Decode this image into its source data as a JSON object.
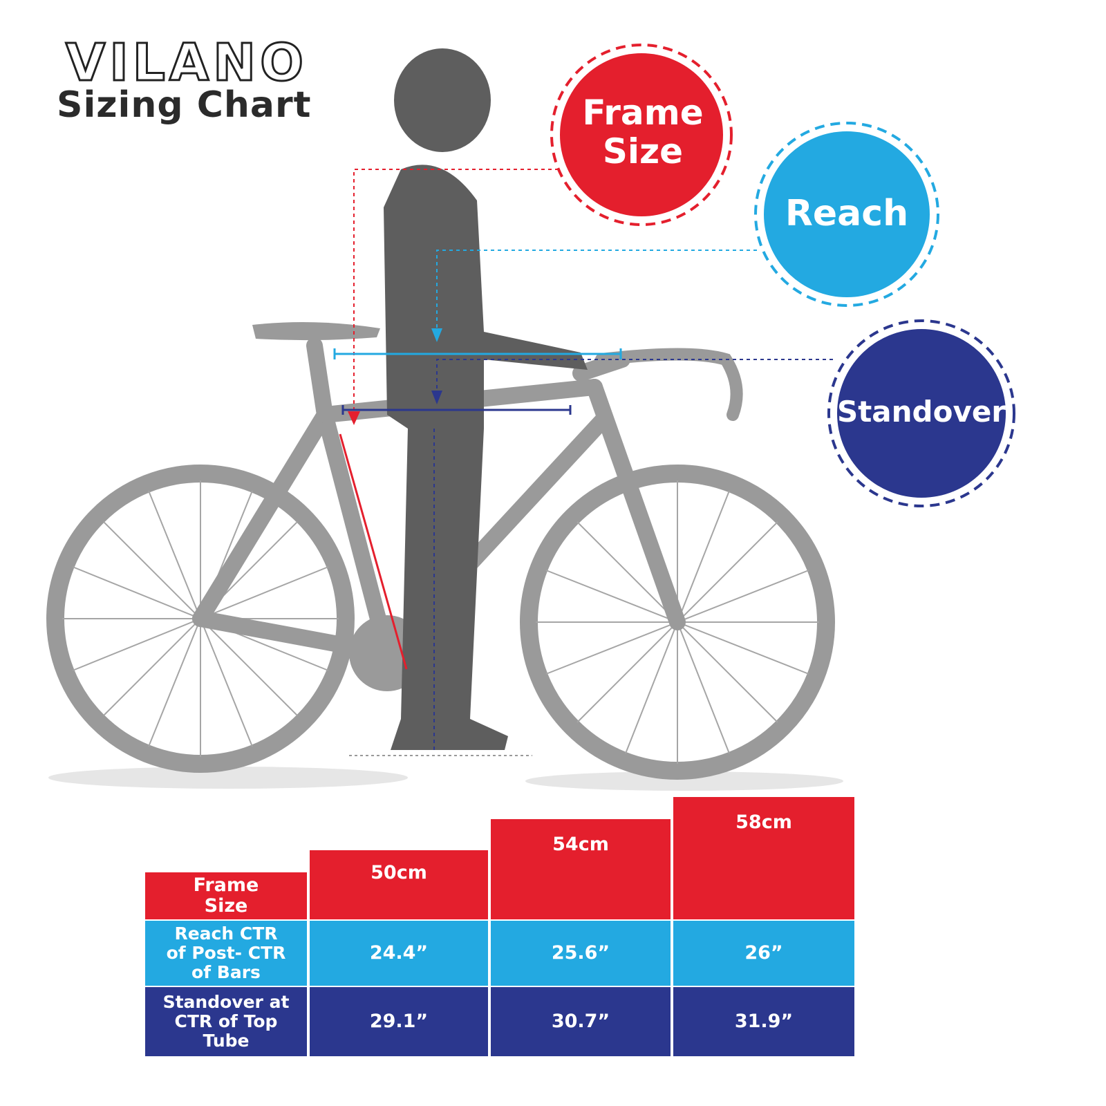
{
  "header": {
    "brand": "VILANO",
    "title": "Sizing Chart"
  },
  "legend": {
    "frame_size": {
      "label": "Frame Size",
      "color": "#e41f2d"
    },
    "reach": {
      "label": "Reach",
      "color": "#23a9e1"
    },
    "standover": {
      "label": "Standover",
      "color": "#2b378e"
    }
  },
  "table": {
    "row_headers": {
      "frame_size": "Frame Size",
      "reach": "Reach CTR of Post- CTR of Bars",
      "standover": "Standover at CTR of Top Tube"
    },
    "columns": [
      {
        "frame_size": "50cm",
        "reach": "24.4”",
        "standover": "29.1”"
      },
      {
        "frame_size": "54cm",
        "reach": "25.6”",
        "standover": "30.7”"
      },
      {
        "frame_size": "58cm",
        "reach": "26”",
        "standover": "31.9”"
      }
    ]
  },
  "chart_data": {
    "type": "table",
    "title": "VILANO Sizing Chart",
    "categories": [
      "50cm",
      "54cm",
      "58cm"
    ],
    "series": [
      {
        "name": "Reach (CTR of Post - CTR of Bars), inches",
        "values": [
          24.4,
          25.6,
          26
        ]
      },
      {
        "name": "Standover at CTR of Top Tube, inches",
        "values": [
          29.1,
          30.7,
          31.9
        ]
      }
    ],
    "xlabel": "Frame Size",
    "ylabel": "inches"
  }
}
